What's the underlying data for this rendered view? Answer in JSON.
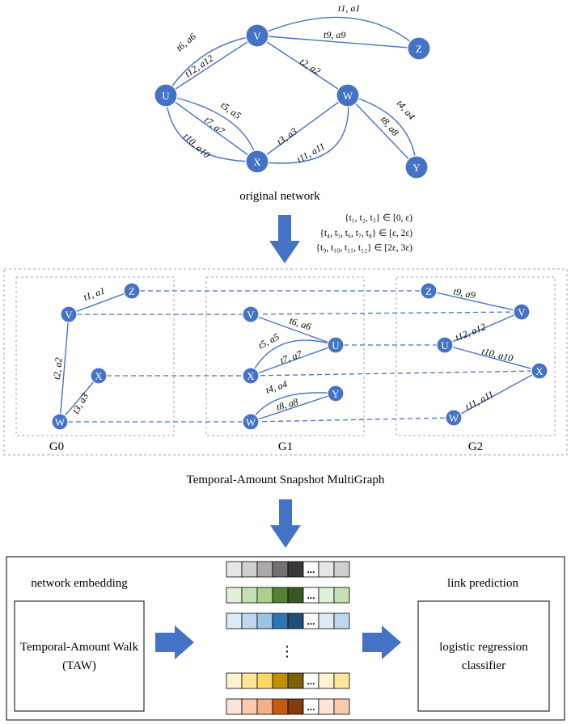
{
  "top_graph": {
    "caption": "original network",
    "nodes": [
      "V",
      "Z",
      "U",
      "W",
      "X",
      "Y"
    ],
    "edges": [
      "t1, a1",
      "t9, a9",
      "t6, a6",
      "t12, a12",
      "t2, a2",
      "t5, a5",
      "t7, a7",
      "t10, a10",
      "t3, a3",
      "t11, a11",
      "t4, a4",
      "t8, a8"
    ]
  },
  "intervals": [
    "{t₁, t₂, t₃} ∈ [0, ε)",
    "{t₄, t₅, t₆, t₇, t₈} ∈ [ε, 2ε)",
    "{t₉, t₁₀, t₁₁, t₁₂} ∈ [2ε, 3ε)"
  ],
  "snapshots": {
    "g0": {
      "label": "G0",
      "nodes": [
        "Z",
        "V",
        "X",
        "W"
      ],
      "edges": [
        "t1, a1",
        "t2, a2",
        "t3, a3"
      ]
    },
    "g1": {
      "label": "G1",
      "nodes": [
        "V",
        "U",
        "X",
        "Y",
        "W"
      ],
      "edges": [
        "t6, a6",
        "t5, a5",
        "t7, a7",
        "t4, a4",
        "t8, a8"
      ]
    },
    "g2": {
      "label": "G2",
      "nodes": [
        "Z",
        "V",
        "U",
        "X",
        "W"
      ],
      "edges": [
        "t9, a9",
        "t12, a12",
        "t10, a10",
        "t11, a11"
      ]
    },
    "caption": "Temporal-Amount Snapshot MultiGraph"
  },
  "pipeline": {
    "embedding_title": "network embedding",
    "walk_box": [
      "Temporal-Amount Walk",
      "(TAW)"
    ],
    "prediction_title": "link prediction",
    "classifier_box": [
      "logistic regression",
      "classifier"
    ],
    "vector_ellipsis": "...",
    "vertical_ellipsis": "⋮",
    "vector_rows": [
      [
        "#e7e6e6",
        "#d0cece",
        "#aeaaaa",
        "#767171",
        "#3a3838",
        "",
        "#e7e6e6",
        "#d0cece"
      ],
      [
        "#e2f0d9",
        "#c5e0b4",
        "#a9d18e",
        "#548235",
        "#385723",
        "",
        "#e2f0d9",
        "#c5e0b4"
      ],
      [
        "#deebf7",
        "#bdd7ee",
        "#9dc3e6",
        "#2e75b6",
        "#1f4e79",
        "",
        "#deebf7",
        "#bdd7ee"
      ],
      [
        "#fff2cc",
        "#ffe699",
        "#ffd966",
        "#bf9000",
        "#7f6000",
        "",
        "#fff2cc",
        "#ffe699"
      ],
      [
        "#fbe5d6",
        "#f8cbad",
        "#f4b183",
        "#c55a11",
        "#843c0c",
        "",
        "#fbe5d6",
        "#f8cbad"
      ]
    ]
  },
  "colors": {
    "node": "#4472C4",
    "edge": "#4472C4",
    "arrow": "#4472C4"
  }
}
